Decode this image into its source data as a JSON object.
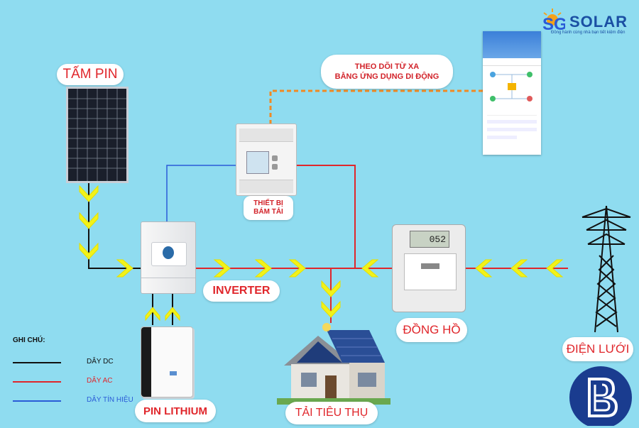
{
  "labels": {
    "panel": "TẤM PIN",
    "remote_line1": "THEO DÕI TỪ XA",
    "remote_line2": "BẰNG ỨNG DỤNG DI ĐỘNG",
    "meter_device_line1": "THIẾT BỊ",
    "meter_device_line2": "BÁM TẢI",
    "inverter": "INVERTER",
    "clock": "ĐỒNG HỒ",
    "grid": "ĐIỆN LƯỚI",
    "battery": "PIN LITHIUM",
    "load": "TẢI TIÊU THỤ"
  },
  "legend": {
    "title": "GHI CHÚ:",
    "dc": "DÂY DC",
    "ac": "DÂY AC",
    "signal": "DÂY TÍN HIỆU"
  },
  "brand": {
    "logo_text": "SOLAR",
    "tagline": "Đồng hành cùng nhà bạn tiết kiệm điện"
  },
  "meter_display": "052",
  "colors": {
    "background": "#8fdcf0",
    "dc_wire": "#111111",
    "ac_wire": "#e0262b",
    "signal_wire": "#2a5bd7",
    "remote_link": "#f08a24",
    "arrow": "#f2f21a",
    "label_red": "#e0262b"
  }
}
